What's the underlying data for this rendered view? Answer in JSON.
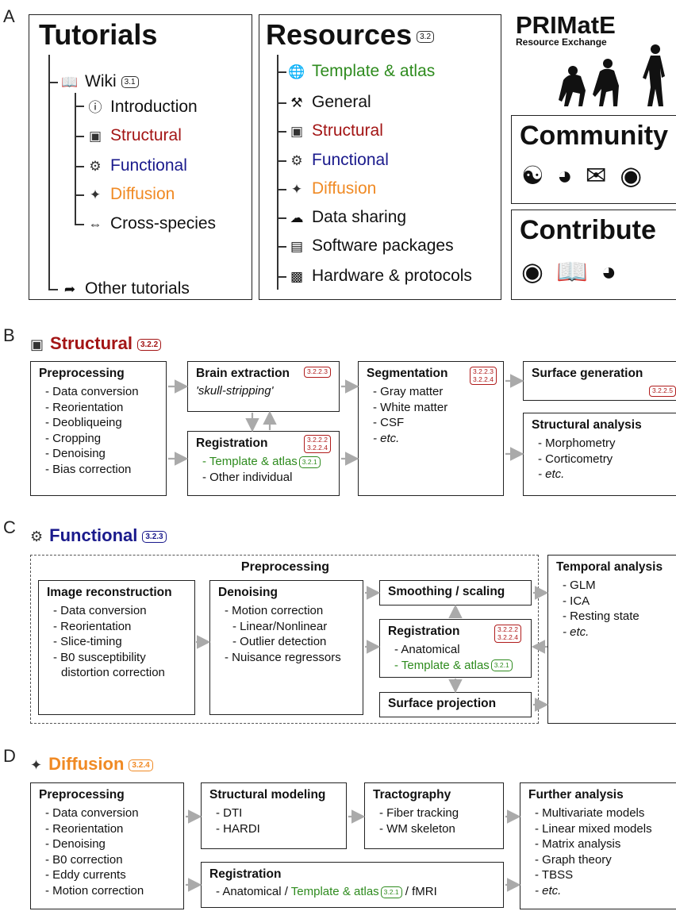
{
  "panels": {
    "a": "A",
    "b": "B",
    "c": "C",
    "d": "D"
  },
  "tutorials": {
    "title": "Tutorials",
    "wiki": {
      "label": "Wiki",
      "badge": "3.1"
    },
    "items": [
      {
        "label": "Introduction",
        "icon": "info-icon"
      },
      {
        "label": "Structural",
        "icon": "structural-icon"
      },
      {
        "label": "Functional",
        "icon": "gear-icon"
      },
      {
        "label": "Diffusion",
        "icon": "diffusion-icon"
      },
      {
        "label": "Cross-species",
        "icon": "arrows-icon"
      }
    ],
    "other": "Other tutorials"
  },
  "resources": {
    "title": "Resources",
    "badge": "3.2",
    "items": [
      {
        "label": "Template & atlas",
        "icon": "globe-icon"
      },
      {
        "label": "General",
        "icon": "tools-icon"
      },
      {
        "label": "Structural",
        "icon": "structural-icon"
      },
      {
        "label": "Functional",
        "icon": "gear-icon"
      },
      {
        "label": "Diffusion",
        "icon": "diffusion-icon"
      },
      {
        "label": "Data sharing",
        "icon": "brain-icon"
      },
      {
        "label": "Software packages",
        "icon": "monitor-icon"
      },
      {
        "label": "Hardware & protocols",
        "icon": "hardware-icon"
      }
    ]
  },
  "prime": {
    "title": "PRIMatE",
    "subtitle": "Resource Exchange"
  },
  "community": {
    "title": "Community"
  },
  "contribute": {
    "title": "Contribute"
  },
  "structural": {
    "title": "Structural",
    "badge": "3.2.2",
    "preprocessing": {
      "title": "Preprocessing",
      "items": [
        "Data conversion",
        "Reorientation",
        "Deobliqueing",
        "Cropping",
        "Denoising",
        "Bias correction"
      ]
    },
    "brain_extraction": {
      "title": "Brain extraction",
      "badge": "3.2.2.3",
      "subtitle": "'skull-stripping'"
    },
    "registration": {
      "title": "Registration",
      "badge_a": "3.2.2.2",
      "badge_b": "3.2.2.4",
      "item1": "Template & atlas",
      "item1_badge": "3.2.1",
      "item2": "Other individual"
    },
    "segmentation": {
      "title": "Segmentation",
      "badge_a": "3.2.2.3",
      "badge_b": "3.2.2.4",
      "items": [
        "Gray matter",
        "White matter",
        "CSF"
      ],
      "etc": "etc."
    },
    "surface_generation": {
      "title": "Surface generation",
      "badge": "3.2.2.5"
    },
    "structural_analysis": {
      "title": "Structural analysis",
      "items": [
        "Morphometry",
        "Corticometry"
      ],
      "etc": "etc."
    }
  },
  "functional": {
    "title": "Functional",
    "badge": "3.2.3",
    "preprocessing_label": "Preprocessing",
    "image_reconstruction": {
      "title": "Image reconstruction",
      "items": [
        "Data conversion",
        "Reorientation",
        "Slice-timing",
        "B0 susceptibility"
      ],
      "cont": "distortion correction"
    },
    "denoising": {
      "title": "Denoising",
      "item1": "Motion correction",
      "sub1": "Linear/Nonlinear",
      "sub2": "Outlier detection",
      "item2": "Nuisance regressors"
    },
    "smoothing": {
      "title": "Smoothing / scaling"
    },
    "registration": {
      "title": "Registration",
      "badge_a": "3.2.2.2",
      "badge_b": "3.2.2.4",
      "item1": "Anatomical",
      "item2": "Template & atlas",
      "item2_badge": "3.2.1"
    },
    "surface_projection": {
      "title": "Surface projection"
    },
    "temporal_analysis": {
      "title": "Temporal analysis",
      "items": [
        "GLM",
        "ICA",
        "Resting state"
      ],
      "etc": "etc."
    }
  },
  "diffusion": {
    "title": "Diffusion",
    "badge": "3.2.4",
    "preprocessing": {
      "title": "Preprocessing",
      "items": [
        "Data conversion",
        "Reorientation",
        "Denoising",
        "B0 correction",
        "Eddy currents",
        "Motion correction"
      ]
    },
    "structural_modeling": {
      "title": "Structural modeling",
      "items": [
        "DTI",
        "HARDI"
      ]
    },
    "tractography": {
      "title": "Tractography",
      "items": [
        "Fiber tracking",
        "WM skeleton"
      ]
    },
    "registration": {
      "title": "Registration",
      "part1": "- Anatomical /",
      "part2": "Template & atlas",
      "badge": "3.2.1",
      "part3": "/ fMRI"
    },
    "further_analysis": {
      "title": "Further analysis",
      "items": [
        "Multivariate models",
        "Linear mixed models",
        "Matrix analysis",
        "Graph theory",
        "TBSS"
      ],
      "etc": "etc."
    }
  },
  "colors": {
    "structural": "#a31515",
    "functional": "#1a1a8c",
    "diffusion": "#f08a24",
    "template": "#2e8b1e",
    "arrow": "#aaaaaa"
  }
}
